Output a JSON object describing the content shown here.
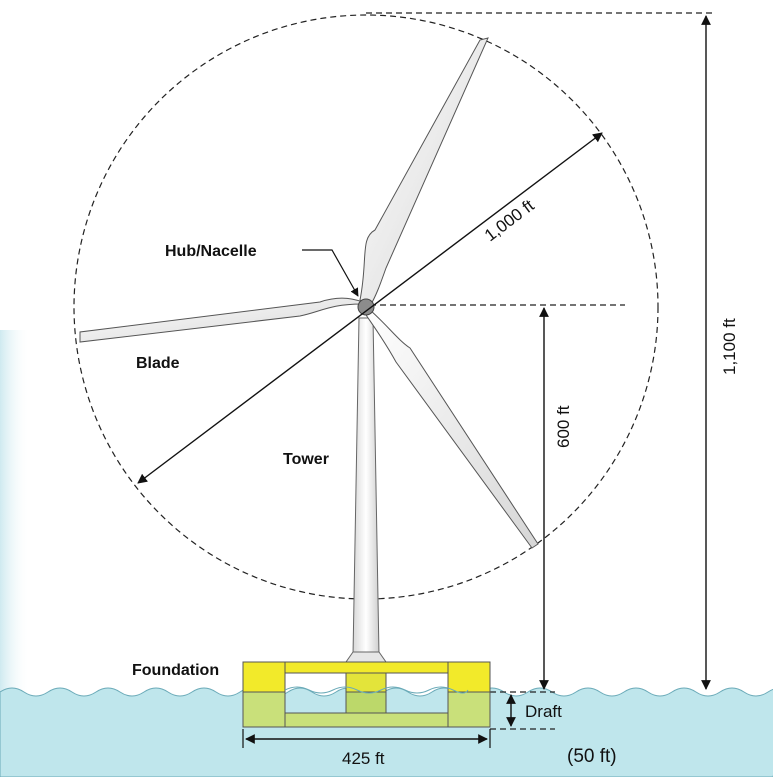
{
  "labels": {
    "hub": "Hub/Nacelle",
    "blade": "Blade",
    "tower": "Tower",
    "foundation": "Foundation",
    "draft": "Draft"
  },
  "dimensions": {
    "rotor_diameter": "1,000 ft",
    "total_height": "1,100 ft",
    "hub_height": "600 ft",
    "foundation_width": "425 ft",
    "draft_depth": "(50 ft)"
  },
  "colors": {
    "water": "#bfe6ec",
    "foundation_yellow": "#f2ea2a",
    "foundation_green": "#c9e07a",
    "blade_fill": "#f2f2f2",
    "hub": "#8c8c8c"
  }
}
